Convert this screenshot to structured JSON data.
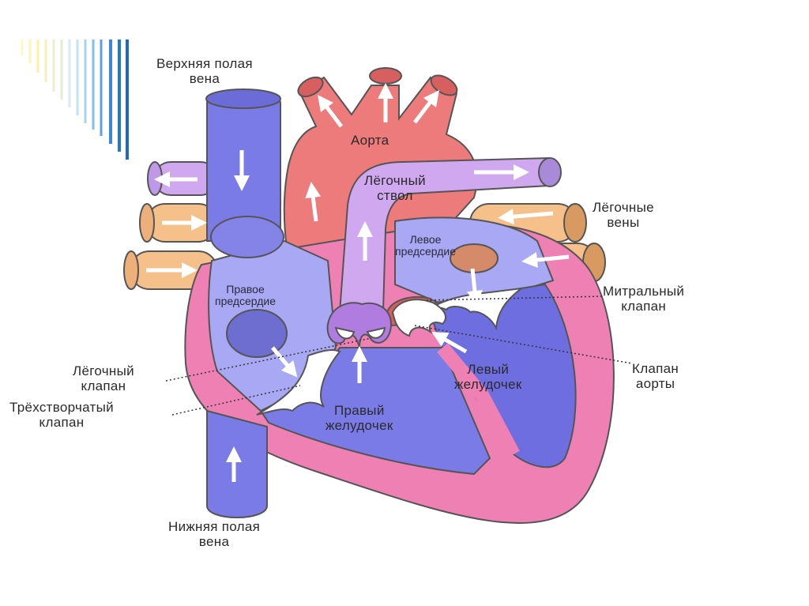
{
  "colors": {
    "deoxygenated": "#7b7be8",
    "oxygenated": "#ee7b7b",
    "pulmonary_trunk": "#cfa8f0",
    "pulmonary_veins": "#f5c08a",
    "myocardium": "#ee80b4",
    "valve_white": "#ffffff",
    "accent_bars": "#1f78d1"
  },
  "labels": {
    "superior_vena_cava": [
      "Верхняя полая",
      "вена"
    ],
    "aorta": [
      "Аорта"
    ],
    "pulmonary_trunk": [
      "Лёгочный",
      "ствол"
    ],
    "pulmonary_veins": [
      "Лёгочные",
      "вены"
    ],
    "left_atrium": [
      "Левое",
      "предсердие"
    ],
    "right_atrium": [
      "Правое",
      "предсердие"
    ],
    "mitral_valve": [
      "Митральный",
      "клапан"
    ],
    "pulmonary_valve": [
      "Лёгочный",
      "клапан"
    ],
    "aortic_valve": [
      "Клапан",
      "аорты"
    ],
    "left_ventricle": [
      "Левый",
      "желудочек"
    ],
    "tricuspid_valve": [
      "Трёхстворчатый",
      "клапан"
    ],
    "right_ventricle": [
      "Правый",
      "желудочек"
    ],
    "inferior_vena_cava": [
      "Нижняя полая",
      "вена"
    ]
  }
}
